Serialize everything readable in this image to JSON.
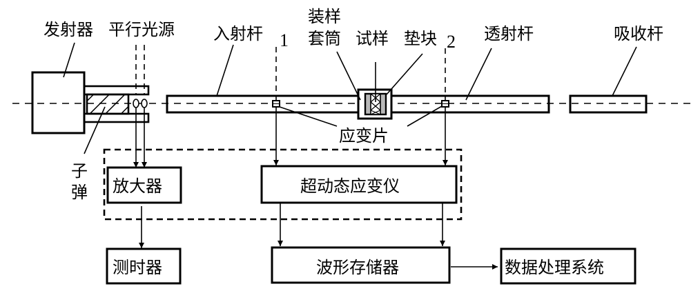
{
  "title": "Split Hopkinson pressure bar test apparatus schematic",
  "components": {
    "launcher": "发射器",
    "parallel_light_source": "平行光源",
    "incident_bar": "入射杆",
    "specimen_holder_line1": "装样",
    "specimen_holder_line2": "套筒",
    "specimen": "试样",
    "spacer_block": "垫块",
    "transmission_bar": "透射杆",
    "absorption_bar": "吸收杆",
    "bullet_line1": "子",
    "bullet_line2": "弹",
    "strain_gauge": "应变片",
    "gauge_1_number": "1",
    "gauge_2_number": "2"
  },
  "blocks": {
    "amplifier": "放大器",
    "super_dynamic_strain_meter": "超动态应变仪",
    "timer": "测时器",
    "waveform_storage": "波形存储器",
    "data_processing_system": "数据处理系统"
  },
  "connections": [
    {
      "from": "平行光源",
      "to": "放大器"
    },
    {
      "from": "放大器",
      "to": "测时器"
    },
    {
      "from": "应变片 1",
      "to": "超动态应变仪"
    },
    {
      "from": "应变片 2",
      "to": "超动态应变仪"
    },
    {
      "from": "超动态应变仪",
      "to": "波形存储器"
    },
    {
      "from": "波形存储器",
      "to": "数据处理系统"
    }
  ]
}
